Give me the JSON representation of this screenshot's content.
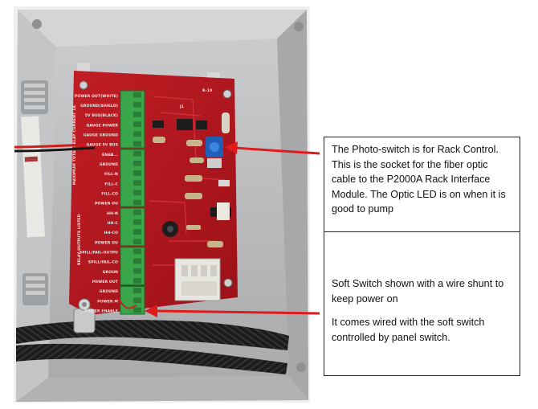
{
  "photo": {
    "board_labels": [
      "POWER OUT(WHITE)",
      "GROUND(SHIELD)",
      "5V BUS(BLACK)",
      "GAUGE POWER",
      "GAUGE GROUND",
      "GAUGE 5V BUS",
      "ENAB...",
      "GROUND",
      "FILL-N",
      "FILL-C",
      "FILL-CO",
      "POWER OU",
      "HH-N",
      "HH-C",
      "HH-CO",
      "POWER OU",
      "SPILL/FAIL-OUTPU",
      "SPILL/FAIL-CO",
      "GROUN",
      "POWER OUT",
      "GROUND",
      "POWER M",
      "POWER ENABLE"
    ],
    "board_marks": [
      "R-10",
      "J1"
    ],
    "arrow_color": "#e01b1b",
    "board_color": "#b4161e"
  },
  "callouts": {
    "top": {
      "text": "The Photo-switch is for Rack Control. This is the socket for the fiber optic cable to the P2000A Rack Interface Module. The Optic LED is on when it is good to pump"
    },
    "bottom": {
      "line1": "Soft Switch shown with a wire shunt to keep power on",
      "line2": "It comes wired with the soft switch controlled by panel switch."
    }
  }
}
